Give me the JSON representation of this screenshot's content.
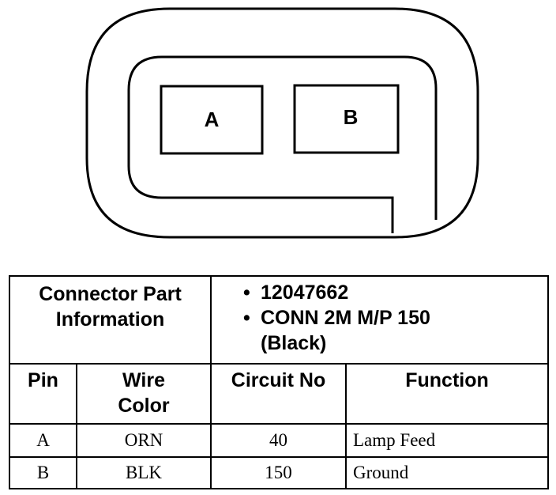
{
  "connector": {
    "cavities": [
      "A",
      "B"
    ]
  },
  "table": {
    "part_info_label_line1": "Connector Part",
    "part_info_label_line2": "Information",
    "part_number": "12047662",
    "connector_desc_line1": "CONN 2M M/P 150",
    "connector_desc_line2": "(Black)",
    "headers": {
      "pin": "Pin",
      "wire_color_line1": "Wire",
      "wire_color_line2": "Color",
      "circuit_no": "Circuit No",
      "function": "Function"
    },
    "rows": [
      {
        "pin": "A",
        "wire_color": "ORN",
        "circuit": "40",
        "function": "Lamp Feed"
      },
      {
        "pin": "B",
        "wire_color": "BLK",
        "circuit": "150",
        "function": "Ground"
      }
    ]
  }
}
